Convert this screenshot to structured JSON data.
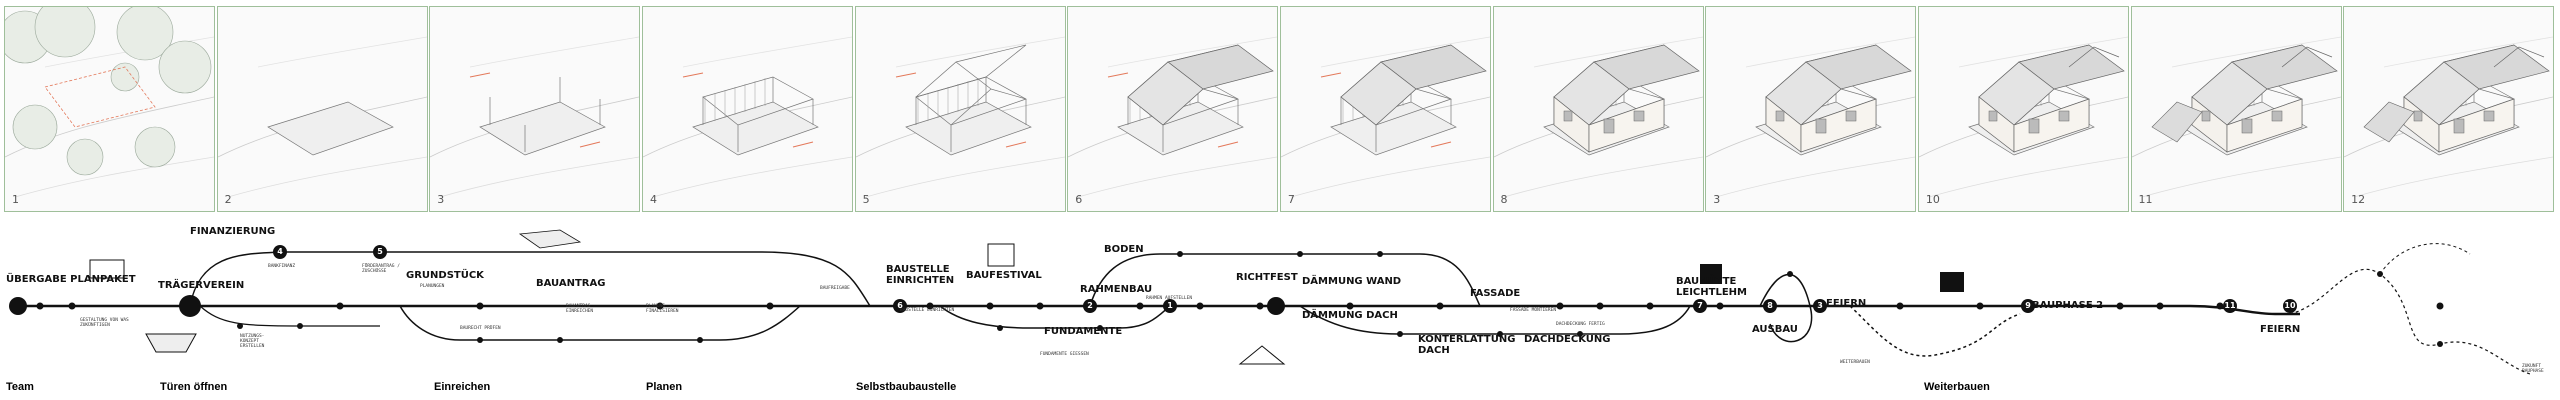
{
  "panels": [
    {
      "num": "1",
      "render": "terrain-trees"
    },
    {
      "num": "2",
      "render": "foundation"
    },
    {
      "num": "3",
      "render": "frame-start"
    },
    {
      "num": "4",
      "render": "frame"
    },
    {
      "num": "5",
      "render": "roof-frame"
    },
    {
      "num": "6",
      "render": "roof-frame-2"
    },
    {
      "num": "7",
      "render": "roof-frame-3"
    },
    {
      "num": "8",
      "render": "house"
    },
    {
      "num": "3",
      "render": "house"
    },
    {
      "num": "10",
      "render": "house-2"
    },
    {
      "num": "11",
      "render": "house-3"
    },
    {
      "num": "12",
      "render": "house-4"
    }
  ],
  "colors": {
    "panel_border": "#9fbf9a",
    "accent": "#e3785a",
    "line": "#111111"
  },
  "milestones": {
    "uebergabe": "ÜBERGABE PLANPAKET",
    "traegerverein": "TRÄGERVEREIN",
    "finanzierung": "FINANZIERUNG",
    "grundstueck": "GRUNDSTÜCK",
    "bauantrag": "BAUANTRAG",
    "baustelle": "BAUSTELLE EINRICHTEN",
    "baufestival": "BAUFESTIVAL",
    "fundamente": "FUNDAMENTE",
    "boden": "BODEN",
    "rahmenbau": "RAHMENBAU",
    "richtfest": "RICHTFEST",
    "daemmung_wand": "DÄMMUNG WAND",
    "daemmung_dach": "DÄMMUNG DACH",
    "konterlattung": "KONTERLATTUNG DACH",
    "dachdeckung": "DACHDECKUNG",
    "fassade": "FASSADE",
    "bauhuette": "BAUHÜTTE LEICHTLEHM",
    "ausbau": "AUSBAU",
    "feiern1": "FEIERN",
    "bauphase2": "BAUPHASE 2",
    "feiern2": "FEIERN"
  },
  "phases": {
    "team": "Team",
    "tueren": "Türen öffnen",
    "einreichen": "Einreichen",
    "planen": "Planen",
    "selbstbau": "Selbstbaubaustelle",
    "weiterbauen": "Weiterbauen"
  },
  "badges": [
    "1",
    "2",
    "3",
    "4",
    "5",
    "6",
    "7",
    "8",
    "9",
    "10",
    "11"
  ],
  "notes": {
    "n_team": "GESTALTUNG VON WAS ZUKÜNFTIGEN",
    "n_trv1": "NUTZUNGS- KONZEPT ERSTELLEN",
    "n_fin": "BANKFINANZ",
    "n_fin2": "FÖRDERANTRAG / ZUSCHÜSSE",
    "n_gr1": "PLANUNGEN",
    "n_gr2": "BAURECHT PRÜFEN",
    "n_ba": "BAUANTRAG EINREICHEN",
    "n_pl1": "PLANUNG FINALISIEREN",
    "n_pl2": "BAUFREIGABE",
    "n_bs1": "BAUSTELLE EINRICHTEN",
    "n_fd1": "FUNDAMENTE GIESSEN",
    "n_rb1": "RAHMEN AUFSTELLEN",
    "n_dd1": "DACHDECKUNG FERTIG",
    "n_fs1": "FASSADE MONTIEREN",
    "n_wb1": "WEITERBAUEN",
    "n_end": "ZUKUNFT BAUPHASE"
  }
}
